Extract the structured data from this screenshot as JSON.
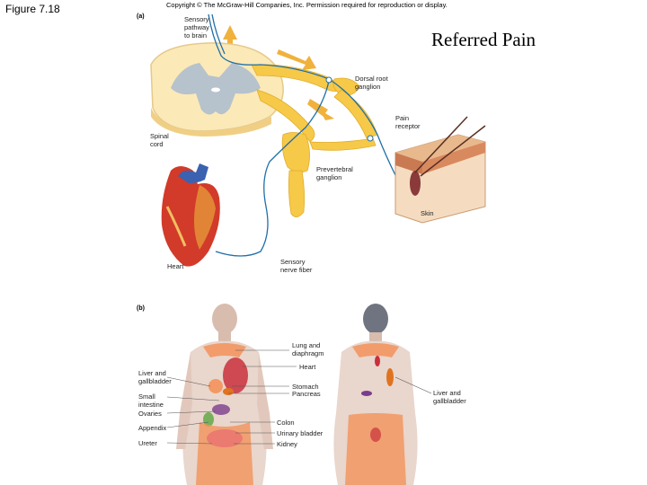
{
  "figure_number": "Figure 7.18",
  "copyright": "Copyright © The McGraw-Hill Companies, Inc. Permission required for reproduction or display.",
  "title": "Referred Pain",
  "panel_a": {
    "label": "(a)",
    "labels": {
      "sensory_pathway": [
        "Sensory",
        "pathway",
        "to brain"
      ],
      "dorsal_root": [
        "Dorsal root",
        "ganglion"
      ],
      "pain_receptor": [
        "Pain",
        "receptor"
      ],
      "spinal_cord": [
        "Spinal",
        "cord"
      ],
      "prevertebral": [
        "Prevertebral",
        "ganglion"
      ],
      "skin": "Skin",
      "heart": "Heart",
      "sensory_nerve": [
        "Sensory",
        "nerve fiber"
      ]
    }
  },
  "panel_b": {
    "label": "(b)",
    "left_labels": {
      "liver_gb": [
        "Liver and",
        "gallbladder"
      ],
      "small_intestine": [
        "Small",
        "intestine"
      ],
      "ovaries": "Ovaries",
      "appendix": "Appendix",
      "ureter": "Ureter"
    },
    "center_labels": {
      "lung": [
        "Lung and",
        "diaphragm"
      ],
      "heart": "Heart",
      "stomach": "Stomach",
      "pancreas": "Pancreas",
      "colon": "Colon",
      "urinary_bladder": "Urinary bladder",
      "kidney": "Kidney"
    },
    "right_labels": {
      "liver_gb": [
        "Liver and",
        "gallbladder"
      ]
    }
  },
  "colors": {
    "spinal_cord": "#fbe9b8",
    "gray_matter": "#b6c2cc",
    "nerve": "#f7c948",
    "nerve_fiber": "#1f6fa8",
    "arrow": "#f0b23c",
    "skin": "#e8b98c",
    "heart_red": "#d23a2a",
    "body_skin": "#e9d6cc",
    "referred_orange": "#f3925a",
    "heart_zone": "#c9303c",
    "stomach_zone": "#e0731f",
    "pancreas_zone": "#7a3d8c"
  }
}
